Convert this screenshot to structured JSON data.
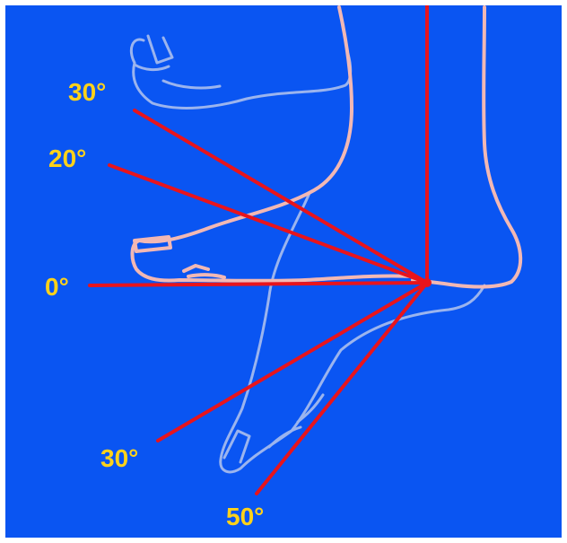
{
  "colors": {
    "background": "#0a55f2",
    "border": "#ffffff",
    "angle_line": "#e8141c",
    "label_text": "#ffd21a",
    "foot_primary": "#f2b8b4",
    "foot_faded": "#9bb4ee"
  },
  "angles": [
    {
      "id": "plantar-30",
      "label": "30°"
    },
    {
      "id": "plantar-20",
      "label": "20°"
    },
    {
      "id": "neutral-0",
      "label": "0°"
    },
    {
      "id": "dorsal-30",
      "label": "30°"
    },
    {
      "id": "dorsal-50",
      "label": "50°"
    }
  ]
}
